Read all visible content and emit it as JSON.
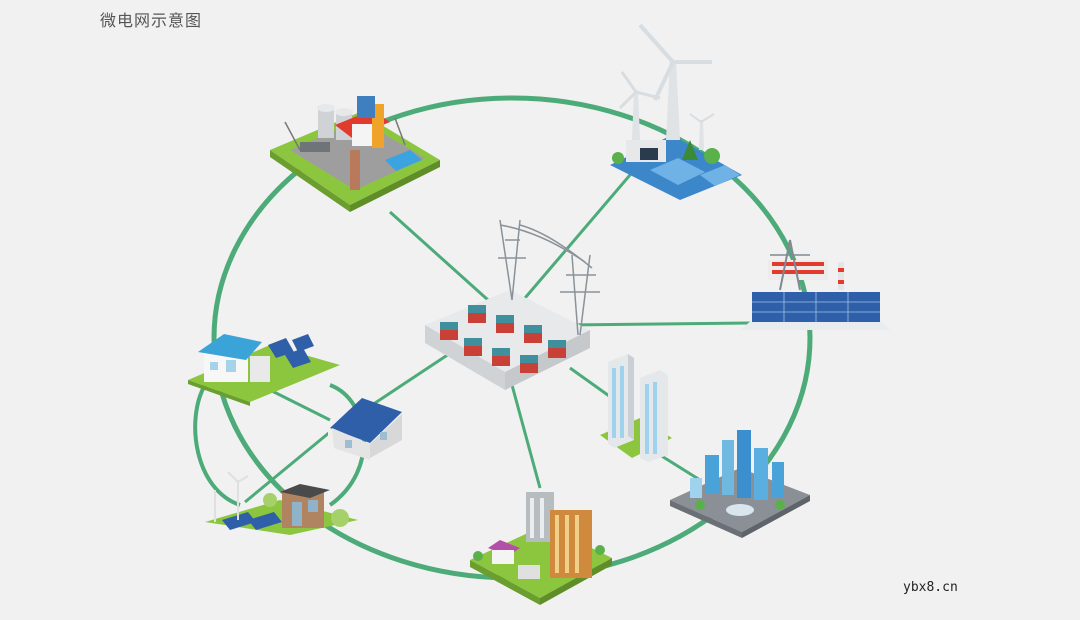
{
  "title": "微电网示意图",
  "watermark": "ybx8.cn",
  "colors": {
    "ring": "#4cab78",
    "background": "#f1f1f1",
    "grass": "#8cc63f",
    "roof_red": "#e23b2e",
    "panel_blue": "#2f5fa8",
    "building_teal": "#3f8f9c",
    "window_blue": "#9fd2ec"
  },
  "nodes": [
    {
      "id": "power-plant",
      "icon": "power-plant-icon"
    },
    {
      "id": "wind-farm",
      "icon": "wind-turbine-icon"
    },
    {
      "id": "solar-farm",
      "icon": "solar-farm-icon"
    },
    {
      "id": "substation",
      "icon": "substation-transformer-icon"
    },
    {
      "id": "residential-towers",
      "icon": "apartment-towers-icon"
    },
    {
      "id": "city-center",
      "icon": "city-skyscrapers-icon"
    },
    {
      "id": "urban-district",
      "icon": "urban-district-icon"
    },
    {
      "id": "solar-house-1",
      "icon": "solar-house-icon"
    },
    {
      "id": "solar-roof-house",
      "icon": "solar-roof-house-icon"
    },
    {
      "id": "eco-home",
      "icon": "eco-home-icon"
    }
  ]
}
